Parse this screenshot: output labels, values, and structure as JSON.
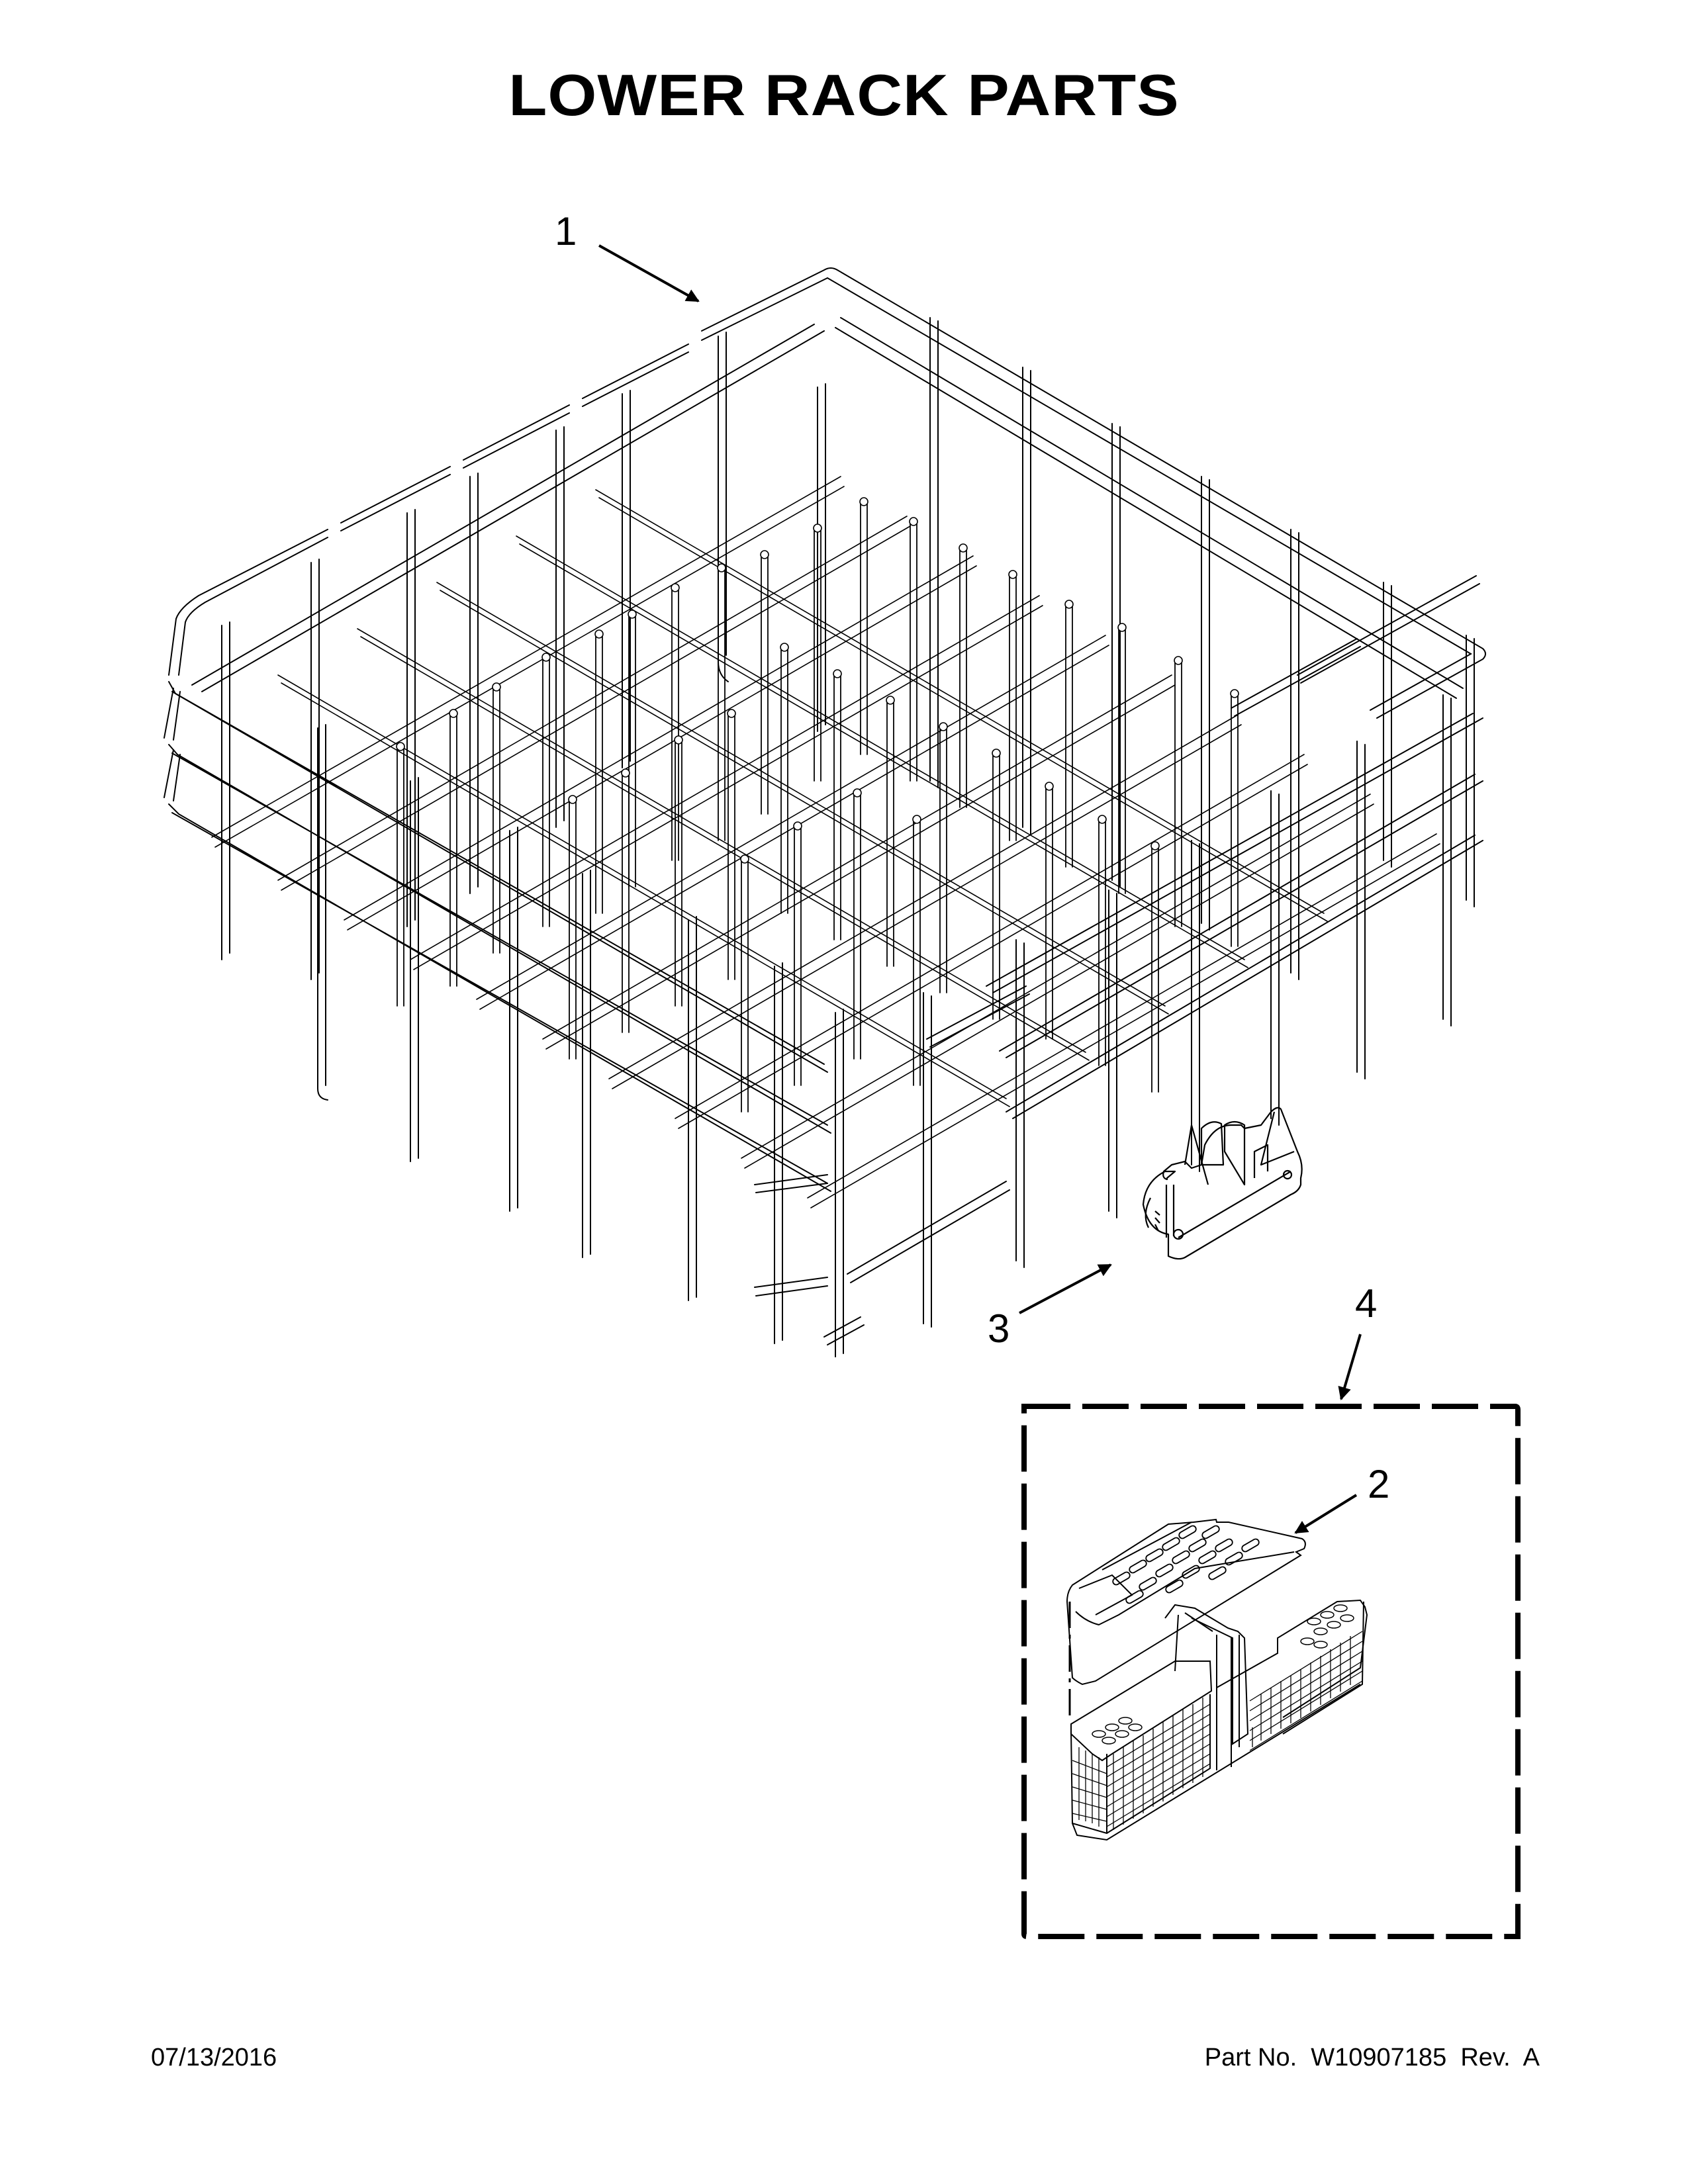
{
  "page": {
    "title": "LOWER RACK PARTS"
  },
  "callouts": [
    {
      "id": "1",
      "label": "1",
      "part": "lower-dishrack"
    },
    {
      "id": "2",
      "label": "2",
      "part": "silverware-basket-lid"
    },
    {
      "id": "3",
      "label": "3",
      "part": "rack-wheel-latch"
    },
    {
      "id": "4",
      "label": "4",
      "part": "silverware-basket-assembly"
    }
  ],
  "footer": {
    "date": "07/13/2016",
    "part_number_text": "Part No.  W10907185  Rev.  A",
    "part_number": "W10907185",
    "revision": "A"
  },
  "colors": {
    "ink": "#000000",
    "paper": "#ffffff"
  }
}
